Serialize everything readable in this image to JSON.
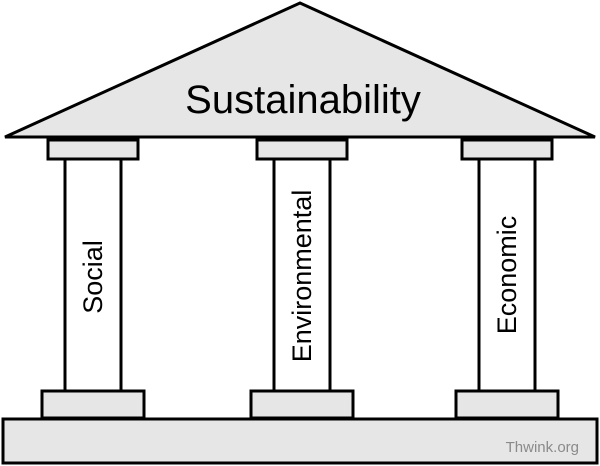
{
  "diagram": {
    "roof_label": "Sustainability",
    "pillars": [
      {
        "label": "Social"
      },
      {
        "label": "Environmental"
      },
      {
        "label": "Economic"
      }
    ],
    "credit": "Thwink.org"
  },
  "colors": {
    "fill": "#e6e6e6",
    "stroke": "#000000",
    "credit": "#8a8a8a"
  }
}
